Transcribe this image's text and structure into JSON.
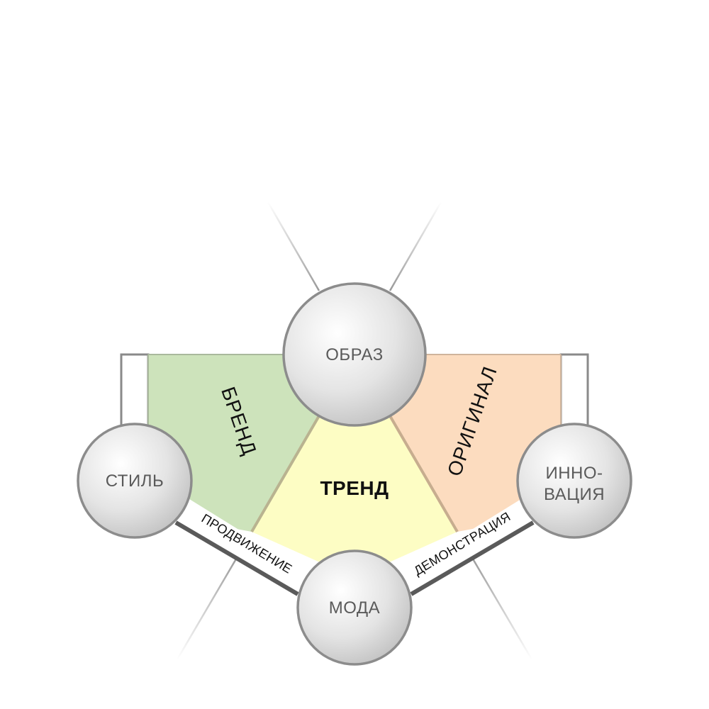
{
  "nodes": {
    "image": "ОБРАЗ",
    "style": "СТИЛЬ",
    "innovation_line1": "ИННО-",
    "innovation_line2": "ВАЦИЯ",
    "fashion": "МОДА"
  },
  "regions": {
    "brand": "БРЕНД",
    "original": "ОРИГИНАЛ",
    "trend": "ТРЕНД"
  },
  "bands": {
    "promotion": "ПРОДВИЖЕНИЕ",
    "demonstration": "ДЕМОНСТРАЦИЯ"
  },
  "colors": {
    "brand_fill": "#cde3bb",
    "original_fill": "#fcdcbf",
    "trend_fill": "#fdfdc4",
    "node_fill": "#e8e8e8",
    "node_stroke": "#8c8c8c"
  }
}
